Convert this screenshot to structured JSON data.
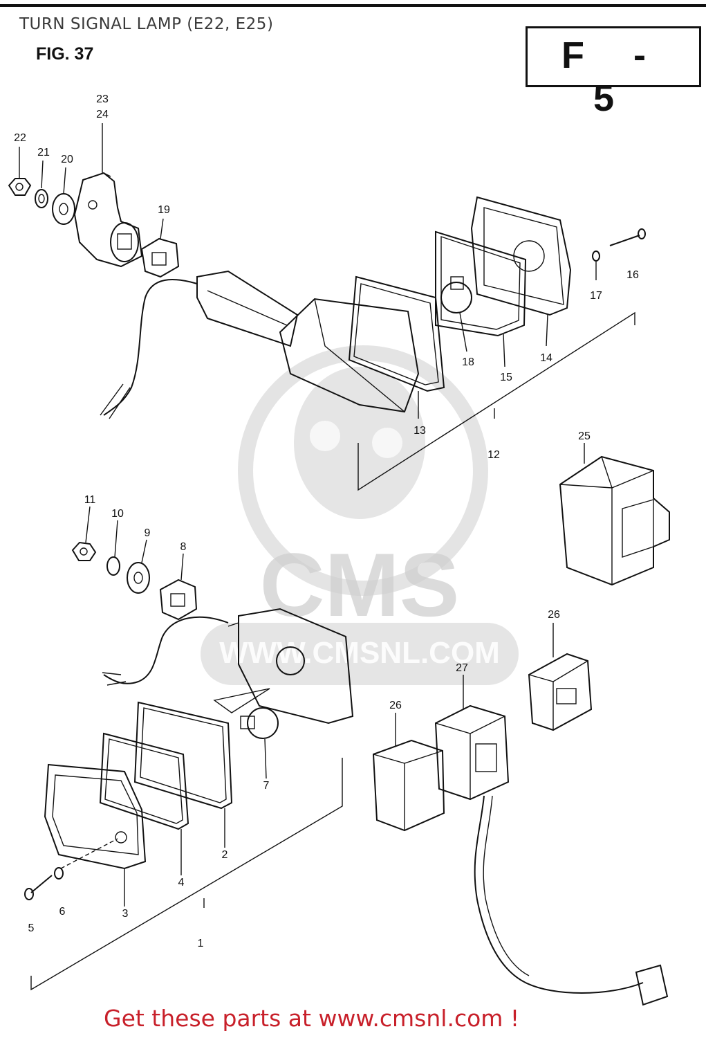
{
  "header": {
    "title": "TURN SIGNAL LAMP (E22, E25)",
    "figure": "FIG. 37",
    "page_code": "F - 5"
  },
  "watermark": {
    "logo_text": "CMS",
    "url_text": "WWW.CMSNL.COM"
  },
  "part_numbers": [
    "1",
    "2",
    "3",
    "4",
    "5",
    "6",
    "7",
    "8",
    "9",
    "10",
    "11",
    "12",
    "13",
    "14",
    "15",
    "16",
    "17",
    "18",
    "19",
    "20",
    "21",
    "22",
    "23",
    "24",
    "25",
    "26",
    "26",
    "27"
  ],
  "footer": {
    "link_text": "Get these parts at www.cmsnl.com !"
  },
  "colors": {
    "footer_link": "#c8202a",
    "ink": "#111111",
    "watermark": "#cfcfcf"
  }
}
